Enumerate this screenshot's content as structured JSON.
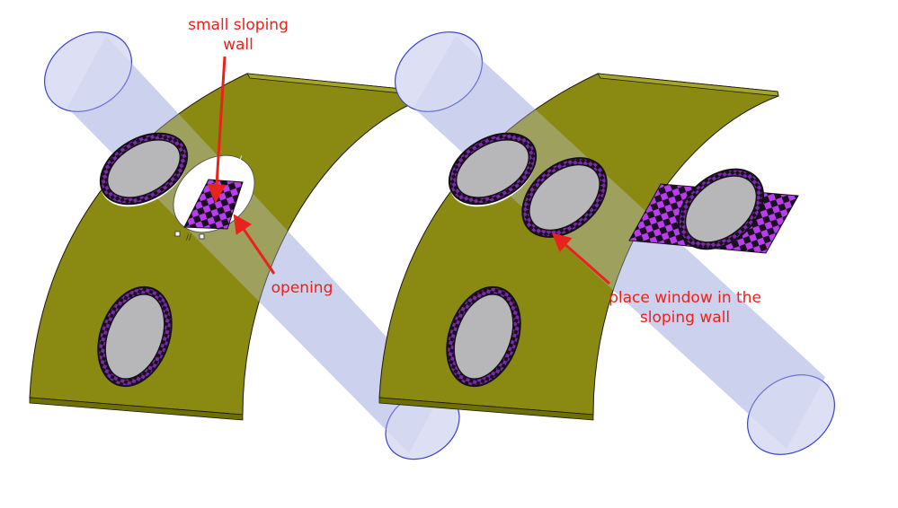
{
  "annotations": {
    "sloping_wall_line1": "small sloping",
    "sloping_wall_line2": "wall",
    "opening": "opening",
    "place_window_line1": "place window in the",
    "place_window_line2": "sloping wall"
  },
  "colors": {
    "wall": "#8a8a12",
    "wall_edge": "#6f6f0a",
    "cylinder_fill": "#c3c8ea",
    "cylinder_edge": "#3b43c8",
    "window_glass": "#b7b7b9",
    "window_frame": "#141018",
    "checker_purple": "#b93cf0",
    "checker_dark": "#1a1020",
    "arrow": "#e8231c"
  },
  "icons": [
    "constraint-marker-icon"
  ]
}
